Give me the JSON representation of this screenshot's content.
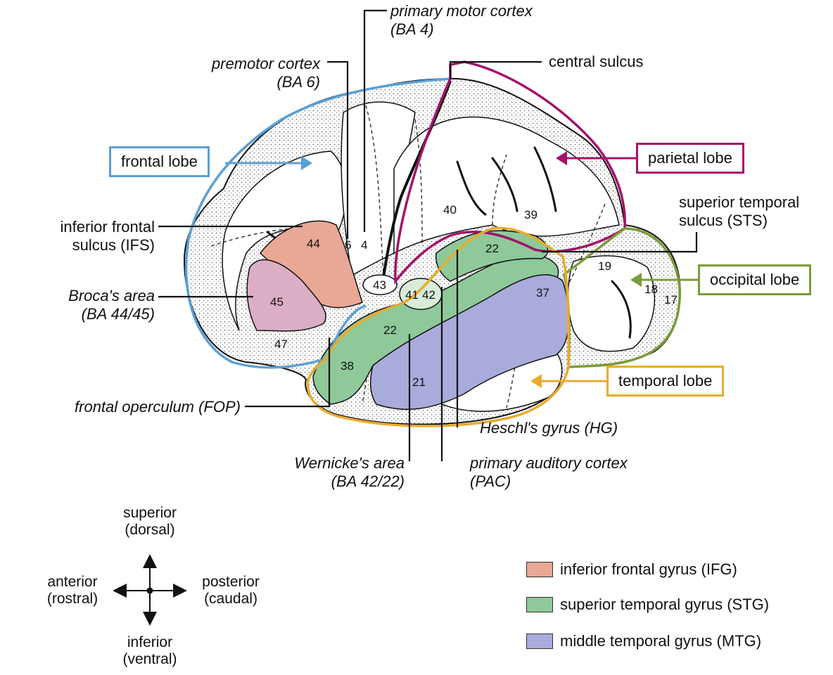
{
  "labels": {
    "primary_motor": [
      "primary motor cortex",
      "(BA 4)"
    ],
    "premotor": [
      "premotor cortex",
      "(BA 6)"
    ],
    "central_sulcus": "central sulcus",
    "ifs": [
      "inferior frontal",
      "sulcus (IFS)"
    ],
    "broca": [
      "Broca's area",
      "(BA 44/45)"
    ],
    "sts": [
      "superior temporal",
      "sulcus (STS)"
    ],
    "fop": "frontal operculum (FOP)",
    "hg": "Heschl's gyrus (HG)",
    "wernicke": [
      "Wernicke's area",
      "(BA 42/22)"
    ],
    "pac": [
      "primary auditory cortex",
      "(PAC)"
    ]
  },
  "lobes": {
    "frontal": "frontal lobe",
    "parietal": "parietal lobe",
    "occipital": "occipital lobe",
    "temporal": "temporal lobe"
  },
  "brodmann": {
    "ba44": "44",
    "ba45": "45",
    "ba47": "47",
    "ba6": "6",
    "ba4": "4",
    "ba43": "43",
    "ba41": "41",
    "ba42": "42",
    "ba22a": "22",
    "ba22b": "22",
    "ba38": "38",
    "ba21": "21",
    "ba37": "37",
    "ba40": "40",
    "ba39": "39",
    "ba19": "19",
    "ba18": "18",
    "ba17": "17"
  },
  "orientation": {
    "superior": [
      "superior",
      "(dorsal)"
    ],
    "inferior": [
      "inferior",
      "(ventral)"
    ],
    "anterior": [
      "anterior",
      "(rostral)"
    ],
    "posterior": [
      "posterior",
      "(caudal)"
    ]
  },
  "legend": [
    {
      "label": "inferior frontal gyrus (IFG)",
      "color": "#e9a796"
    },
    {
      "label": "superior temporal gyrus (STG)",
      "color": "#8fc99a"
    },
    {
      "label": "middle temporal gyrus (MTG)",
      "color": "#a9abdb"
    }
  ],
  "colors": {
    "frontal": "#5aa0d6",
    "parietal": "#a3136b",
    "occipital": "#7a9b3a",
    "temporal": "#e8ab2e",
    "ifg": "#e9a796",
    "stg": "#8fc99a",
    "mtg": "#a9abdb",
    "broca45": "#dcaec6"
  }
}
